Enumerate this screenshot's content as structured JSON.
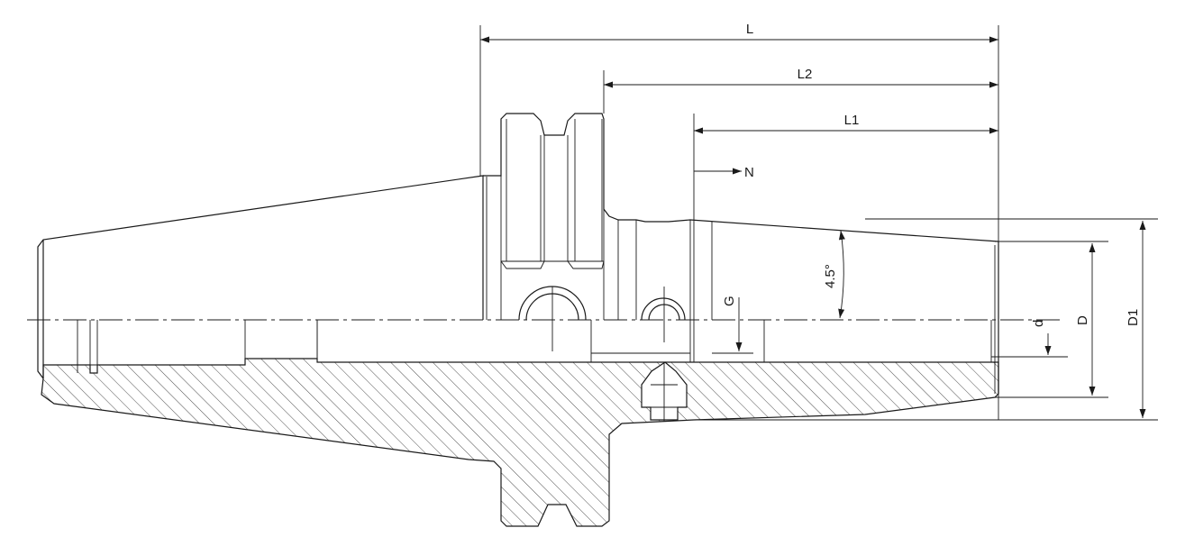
{
  "labels": {
    "L": "L",
    "L2": "L2",
    "L1": "L1",
    "N": "N",
    "G": "G",
    "d": "d",
    "D": "D",
    "D1": "D1",
    "angle": "4.5°"
  },
  "colors": {
    "line": "#1a1a1a",
    "background": "#ffffff"
  }
}
